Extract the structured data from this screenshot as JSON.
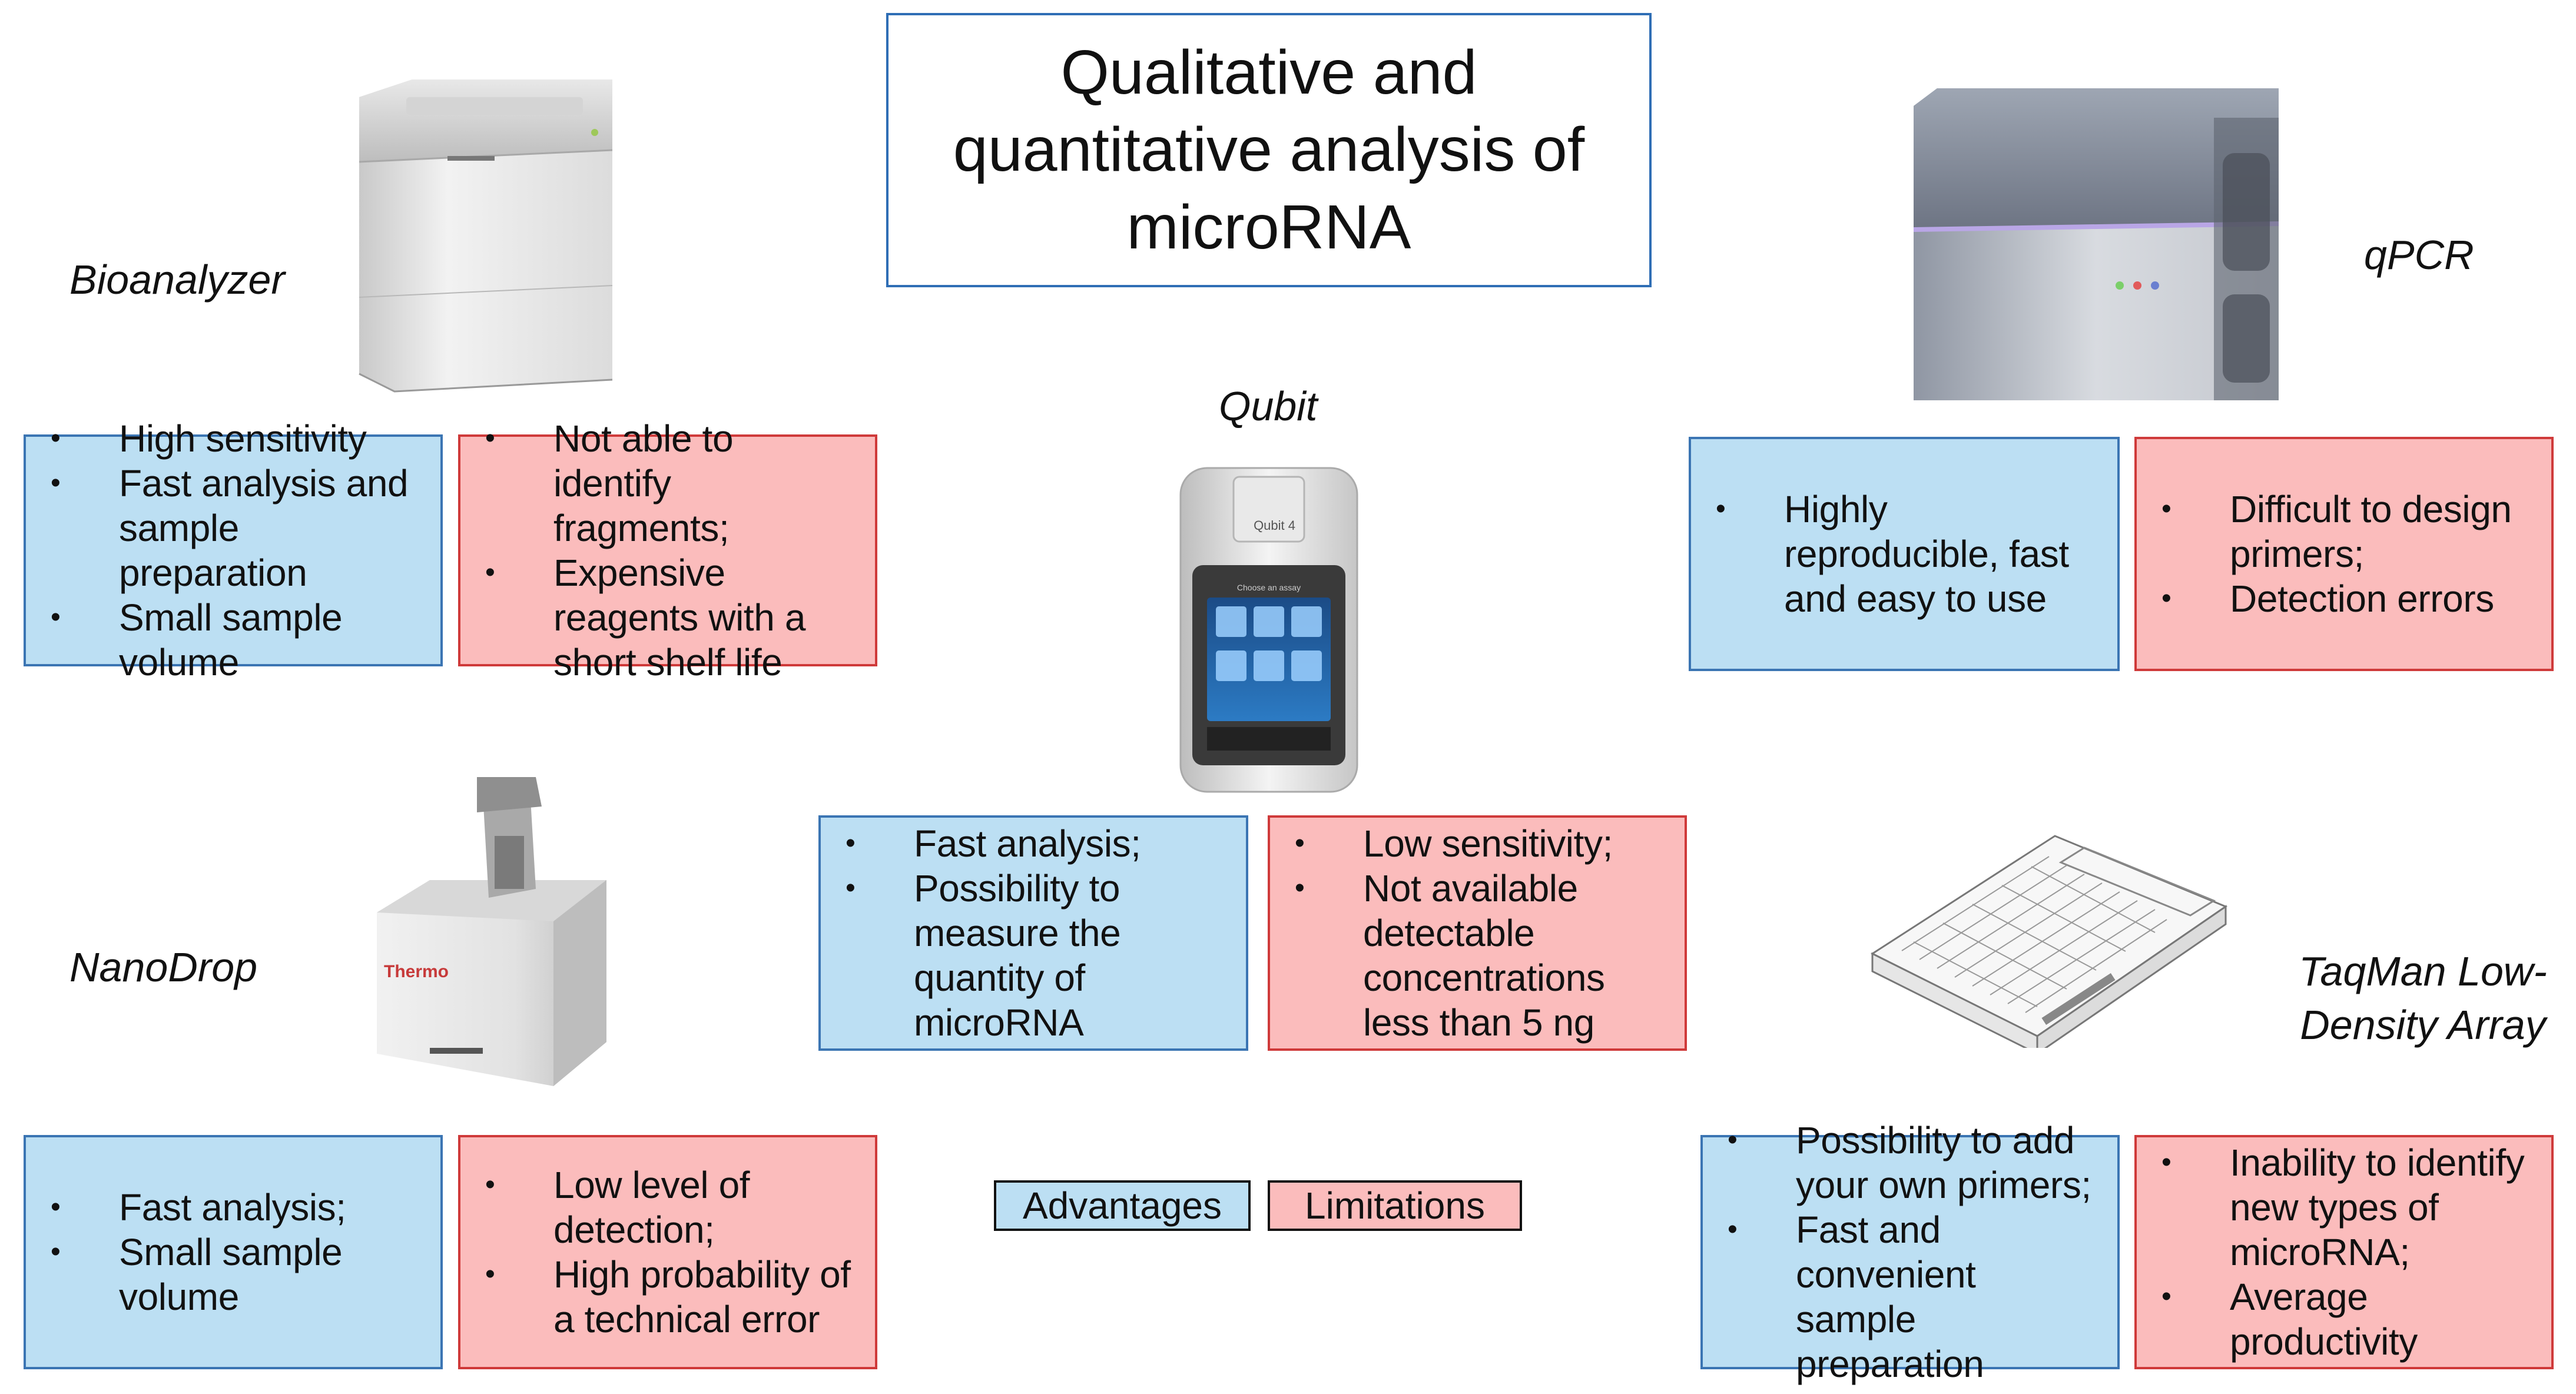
{
  "title": "Qualitative and quantitative analysis of microRNA",
  "devices": {
    "bioanalyzer": {
      "label": "Bioanalyzer",
      "advantages": [
        "High sensitivity",
        "Fast analysis and sample preparation",
        "Small sample volume"
      ],
      "limitations": [
        "Not able to identify fragments;",
        "Expensive reagents with a short shelf life"
      ]
    },
    "qubit": {
      "label": "Qubit",
      "advantages": [
        "Fast analysis;",
        "Possibility to measure the quantity of microRNA"
      ],
      "limitations": [
        "Low sensitivity;",
        "Not available detectable concentrations less than 5 ng"
      ],
      "brand_text": "Qubit 4",
      "screen_text": "Choose an assay"
    },
    "qpcr": {
      "label": "qPCR",
      "advantages": [
        "Highly reproducible, fast and easy to use"
      ],
      "limitations": [
        "Difficult to design primers;",
        "Detection errors"
      ]
    },
    "nanodrop": {
      "label": "NanoDrop",
      "advantages": [
        "Fast analysis;",
        "Small sample volume"
      ],
      "limitations": [
        "Low level of detection;",
        "High probability of a technical error"
      ],
      "brand_text": "Thermo"
    },
    "taqman": {
      "label": "TaqMan Low-Density Array",
      "advantages": [
        "Possibility to add your own primers;",
        "Fast and convenient sample preparation"
      ],
      "limitations": [
        "Inability to identify new types of microRNA;",
        "Average productivity"
      ]
    }
  },
  "legend": {
    "advantages": "Advantages",
    "limitations": "Limitations"
  },
  "colors": {
    "advantages_fill": "#bcdff3",
    "advantages_border": "#3b75b3",
    "limitations_fill": "#fbbcbc",
    "limitations_border": "#cf3a3a",
    "title_border": "#2f6eb5"
  }
}
